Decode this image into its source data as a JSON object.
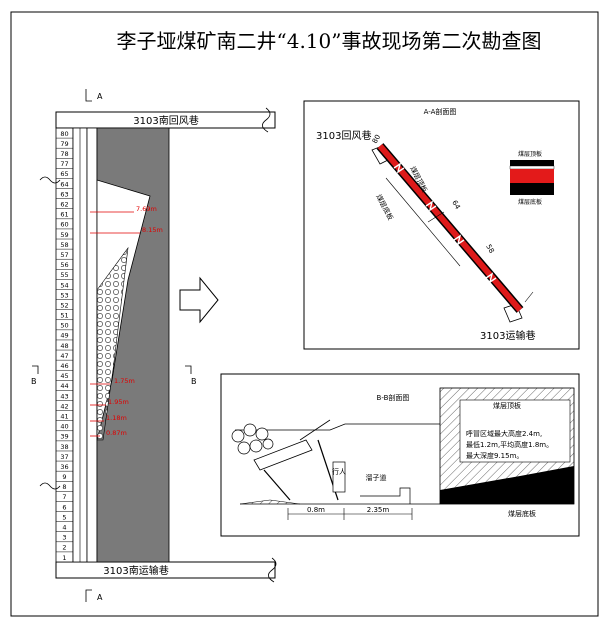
{
  "title": "李子垭煤矿南二井“4.10”事故现场第二次勘查图",
  "main_section": {
    "top_roadway": "3103南回风巷",
    "bottom_roadway": "3103南运输巷",
    "section_marker": "A",
    "side_marker": "B",
    "row_numbers": [
      "80",
      "79",
      "78",
      "77",
      "65",
      "64",
      "63",
      "62",
      "61",
      "60",
      "59",
      "58",
      "57",
      "56",
      "55",
      "54",
      "53",
      "52",
      "51",
      "50",
      "49",
      "48",
      "47",
      "46",
      "45",
      "44",
      "43",
      "42",
      "41",
      "40",
      "39",
      "38",
      "37",
      "36",
      "9",
      "8",
      "7",
      "6",
      "5",
      "4",
      "3",
      "2",
      "1"
    ],
    "measurements": [
      "7.69m",
      "8.15m",
      "1.75m",
      "1.95m",
      "1.18m",
      "0.87m"
    ]
  },
  "section_aa": {
    "title": "A-A剖面图",
    "top_label": "3103回风巷",
    "bottom_label": "3103运输巷",
    "inline_labels": [
      "80",
      "64",
      "58",
      "煤层顶板",
      "煤层底板"
    ],
    "legend_top": "煤层顶板",
    "legend_bottom": "煤层底板"
  },
  "section_bb": {
    "title": "B-B剖面图",
    "legend_top": "煤层顶板",
    "legend_bottom": "煤层底板",
    "notes": [
      "呼冒区域最大高度2.4m,",
      "最低1.2m,平均高度1.8m。",
      "最大深度9.15m。"
    ],
    "labels": [
      "行人",
      "溜子道"
    ],
    "dims": [
      "0.8m",
      "2.35m"
    ]
  }
}
